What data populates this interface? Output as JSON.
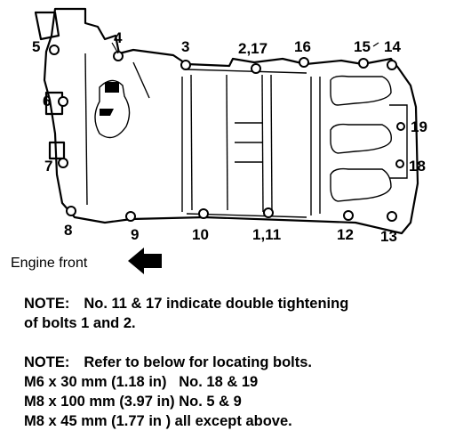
{
  "diagram": {
    "bolt_labels": [
      "5",
      "4",
      "3",
      "2,17",
      "16",
      "15",
      "14",
      "6",
      "7",
      "8",
      "9",
      "10",
      "1,11",
      "12",
      "13",
      "19",
      "18"
    ],
    "engine_front_label": "Engine front"
  },
  "notes": {
    "note1_label": "NOTE:",
    "note1_text": "No. 11 & 17 indicate double tightening",
    "note1_line2": "of bolts 1 and 2.",
    "note2_label": "NOTE:",
    "note2_text": "Refer to below for locating bolts.",
    "spec_lines": [
      "M6 x 30 mm (1.18 in)   No. 18 & 19",
      "M8 x 100 mm (3.97 in) No. 5 & 9",
      "M8 x 45 mm (1.77 in ) all except above."
    ]
  }
}
